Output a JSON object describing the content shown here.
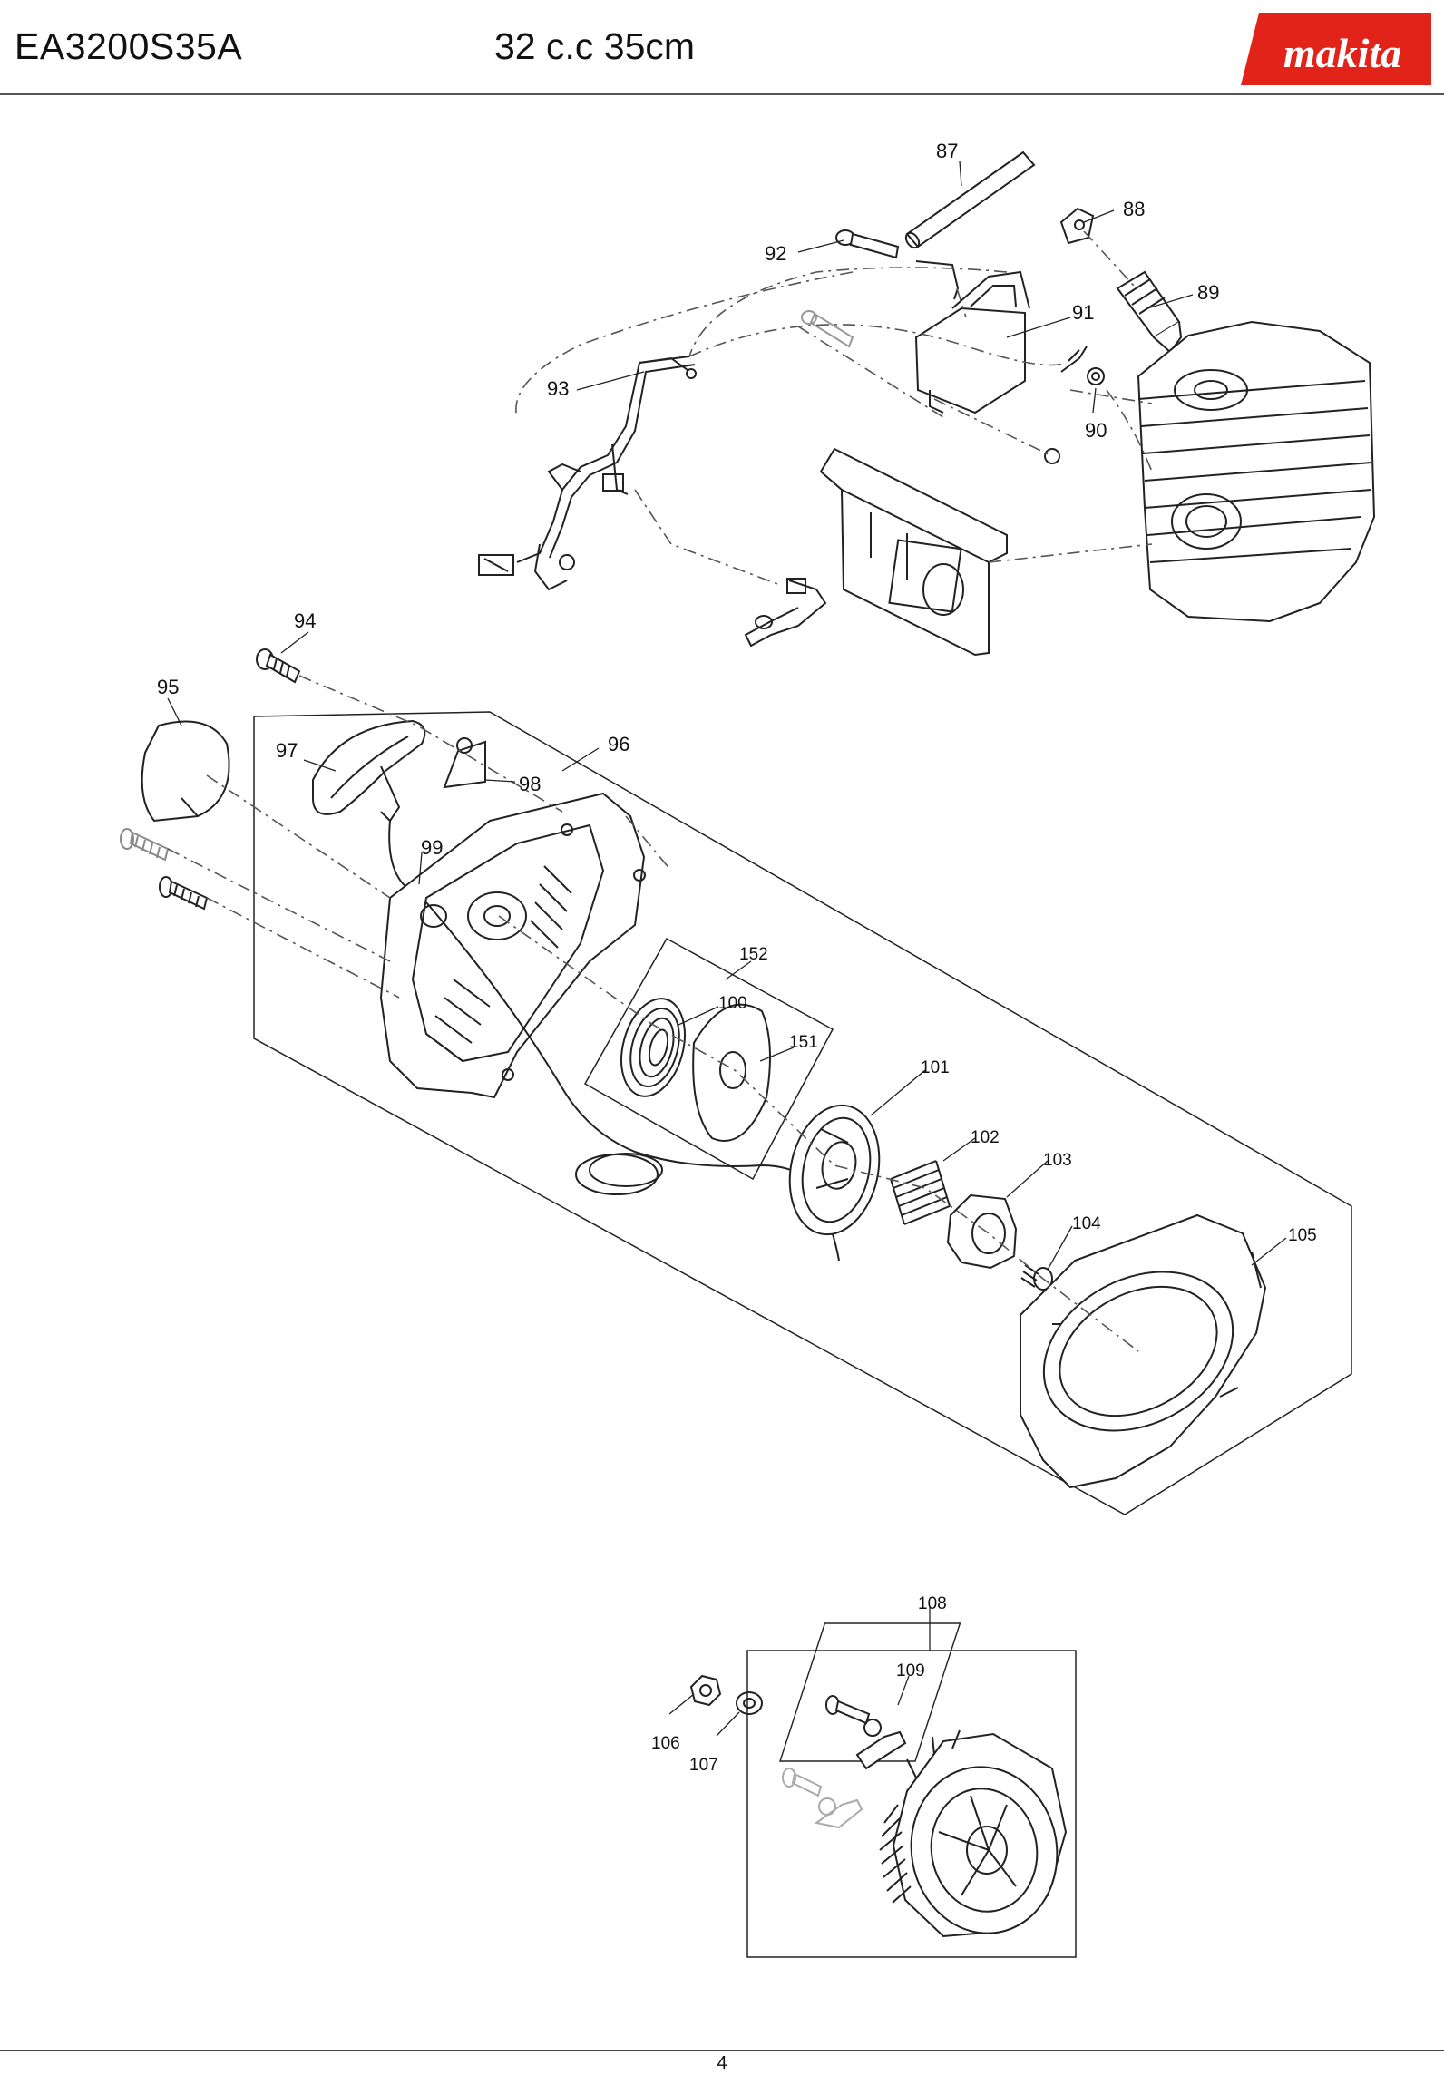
{
  "header": {
    "model": "EA3200S35A",
    "spec": "32 c.c 35cm",
    "logo_text": "makita",
    "brand_color": "#e2231a"
  },
  "parts": {
    "p87": "87",
    "p88": "88",
    "p89": "89",
    "p90": "90",
    "p91": "91",
    "p92": "92",
    "p93": "93",
    "p94": "94",
    "p95": "95",
    "p96": "96",
    "p97": "97",
    "p98": "98",
    "p99": "99",
    "p100": "100",
    "p101": "101",
    "p102": "102",
    "p103": "103",
    "p104": "104",
    "p105": "105",
    "p106": "106",
    "p107": "107",
    "p108": "108",
    "p109": "109",
    "p151": "151",
    "p152": "152"
  },
  "footer": {
    "page_number": "4"
  }
}
